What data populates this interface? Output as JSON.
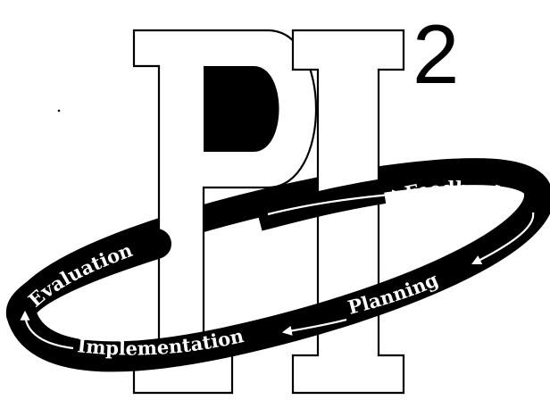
{
  "logo": {
    "letters": [
      "P",
      "I"
    ],
    "superscript": "2",
    "ring_labels": {
      "feedback": "Feedback",
      "planning": "Planning",
      "implementation": "Implementation",
      "evaluation": "Evaluation"
    }
  },
  "colors": {
    "ink": "#000000",
    "paper": "#ffffff"
  }
}
